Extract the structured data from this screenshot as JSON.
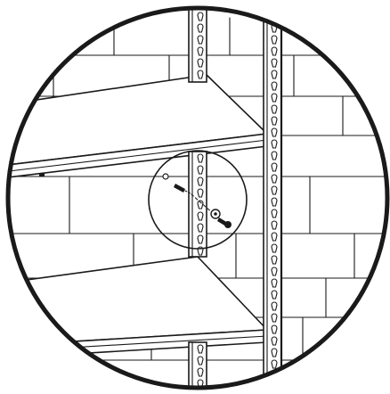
{
  "illustration": {
    "subject": "shelving-unit-detail",
    "elements": [
      "brick-wall",
      "upright-post-left",
      "upright-post-right",
      "shelf-upper",
      "shelf-lower",
      "wall-anchor-screw",
      "detail-magnifier-circle"
    ]
  }
}
